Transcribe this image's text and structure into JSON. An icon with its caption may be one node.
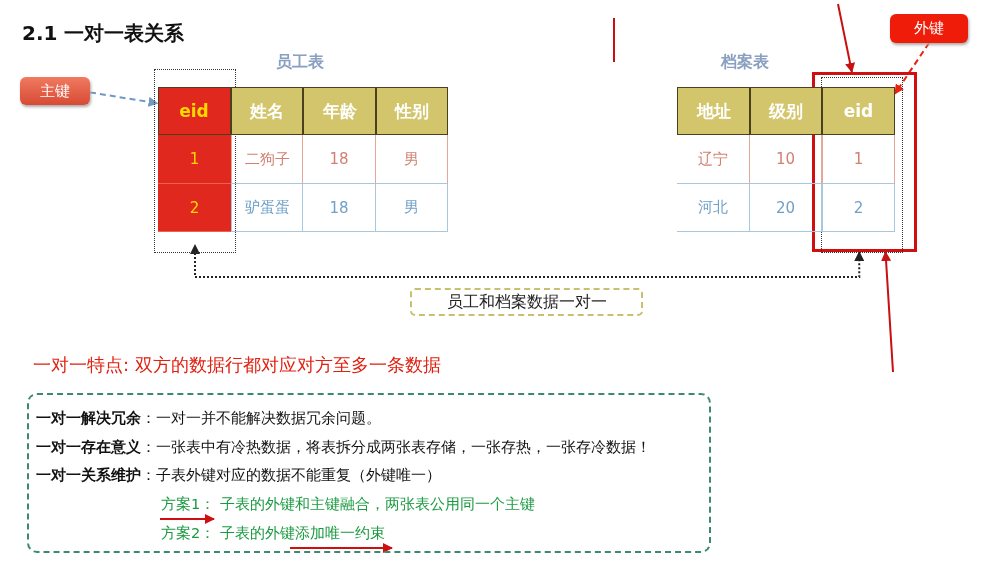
{
  "diagram": {
    "title": "2.1 一对一表关系",
    "nodes": [
      {
        "text": [
          "主键"
        ]
      },
      {
        "text": [
          "外键"
        ]
      },
      {
        "text": [],
        "shape": "box"
      },
      {
        "text": [
          "eid"
        ],
        "in": 2
      },
      {
        "text": [],
        "shape": "box"
      },
      {
        "text": [],
        "shape": "box",
        "in": 4
      },
      {
        "text": [
          "eid"
        ],
        "in": 5
      },
      {
        "text": [
          "员工和档案数据一对一"
        ]
      },
      {
        "text": [
          "**一对一解决冗余**：一对一并不能解决数据冗余问题。",
          "**一对一存在意义**：一张表中有冷热数据，将表拆分成两张表存储，一张存热，一张存冷数据！",
          "**一对一关系维护**：子表外键对应的数据不能重复（外键唯一）",
          "方案1：  子表的外键和主键融合，两张表公用同一个主键",
          "方案2：  子表的外键添加唯一约束"
        ]
      }
    ],
    "edges": [
      {
        "from": 0,
        "to": 3,
        "arrow": "to",
        "style": "dashed",
        "color": "#7098c0"
      },
      {
        "from": 1,
        "to": 6,
        "arrow": "to",
        "style": "dashed",
        "color": "#e82010"
      },
      {
        "from": 2,
        "to": 4,
        "arrow": "both",
        "style": "dashed",
        "color": "#222222"
      },
      {
        "from": null,
        "to": 4,
        "arrow": "to",
        "color": "#c81010"
      },
      {
        "from": null,
        "to": 4,
        "arrow": "to",
        "color": "#c81010"
      }
    ],
    "labels": [
      "员工表",
      "档案表",
      "姓名",
      "年龄",
      "性别",
      "地址",
      "级别",
      "1",
      "二狗子",
      "18",
      "男",
      "辽宁",
      "10",
      "1",
      "2",
      "驴蛋蛋",
      "18",
      "男",
      "河北",
      "20",
      "2",
      "一对一特点: 双方的数据行都对应对方至多一条数据"
    ]
  }
}
